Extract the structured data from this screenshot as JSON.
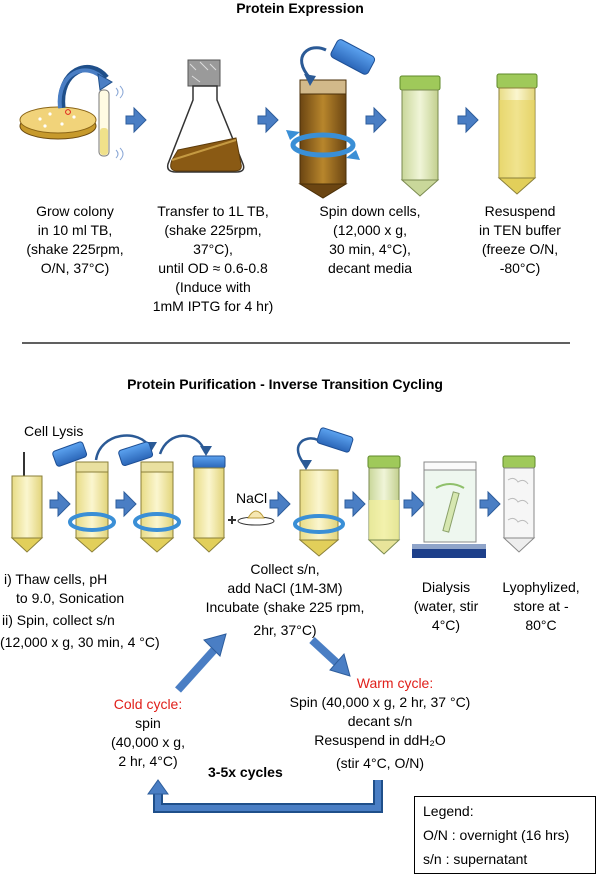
{
  "expression": {
    "title": "Protein Expression",
    "steps": [
      {
        "lines": [
          "Grow colony",
          "in 10 ml TB,",
          "(shake 225rpm,",
          "O/N, 37°C)"
        ]
      },
      {
        "lines": [
          "Transfer to 1L TB,",
          "(shake 225rpm,",
          "37°C),",
          "until OD ≈ 0.6-0.8",
          "(Induce with",
          "1mM IPTG for 4 hr)"
        ]
      },
      {
        "lines": [
          "Spin down cells,",
          "(12,000 x g,",
          "30 min, 4°C),",
          "decant media"
        ]
      },
      {
        "lines": [
          "Resuspend",
          "in TEN buffer",
          "(freeze O/N,",
          "-80°C)"
        ]
      }
    ]
  },
  "purification": {
    "title": "Protein Purification -  Inverse Transition Cycling",
    "cell_lysis_label": "Cell Lysis",
    "nacl_label": "NaCl",
    "lysis_steps": [
      "i) Thaw cells, pH",
      "to 9.0, Sonication",
      "ii) Spin, collect s/n",
      "(12,000 x g, 30 min, 4 °C)"
    ],
    "collect_steps": [
      "Collect s/n,",
      "add NaCl (1M-3M)",
      "Incubate (shake 225 rpm,",
      "2hr, 37°C)"
    ],
    "dialysis": [
      "Dialysis",
      "(water, stir",
      "4°C)"
    ],
    "lyophilized": [
      "Lyophylized,",
      "store at -",
      "80°C"
    ],
    "cold_cycle": {
      "title": "Cold cycle:",
      "lines": [
        "spin",
        "(40,000 x g,",
        "2 hr, 4°C)"
      ]
    },
    "warm_cycle": {
      "title": "Warm cycle:",
      "lines": [
        "Spin (40,000 x g, 2 hr, 37 °C)",
        "decant  s/n",
        "Resuspend in ddH₂O",
        "(stir 4°C, O/N)"
      ]
    },
    "cycles_label": "3-5x cycles"
  },
  "legend": {
    "title": "Legend:",
    "items": [
      "O/N : overnight (16 hrs)",
      "s/n : supernatant"
    ]
  },
  "colors": {
    "arrow_blue": "#4a7ec4",
    "cap_blue": "#3a7fd6",
    "tube_yellow": "#f2e9a4",
    "brown": "#7a5418",
    "red_text": "#e0201b"
  }
}
